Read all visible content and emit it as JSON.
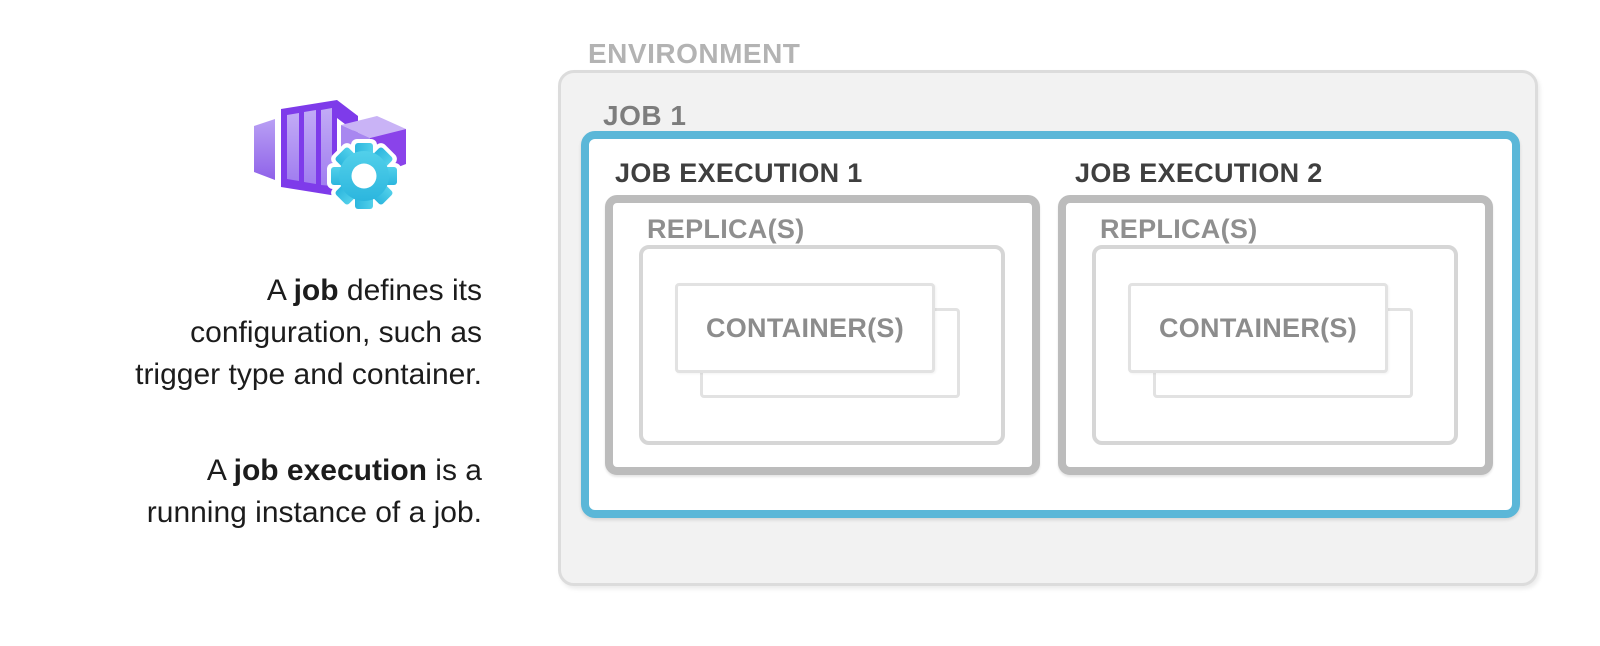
{
  "diagram": {
    "environment_label": "ENVIRONMENT",
    "job_label": "JOB 1",
    "executions": [
      {
        "label": "JOB EXECUTION 1",
        "replica_label": "REPLICA(S)",
        "container_label": "CONTAINER(S)"
      },
      {
        "label": "JOB EXECUTION 2",
        "replica_label": "REPLICA(S)",
        "container_label": "CONTAINER(S)"
      }
    ],
    "colors": {
      "job_border_accent": "#5bb7d8",
      "execution_border": "#bcbcbc",
      "replica_border": "#d6d6d6",
      "container_border": "#e2e2e2",
      "environment_fill": "#f2f2f2",
      "environment_border": "#dcdcdc"
    }
  },
  "icon": {
    "name": "azure-container-apps-job",
    "purple_dark": "#7e3bea",
    "purple_mid": "#9468ee",
    "purple_light": "#b397f3",
    "gear_cyan": "#3ac4e4"
  },
  "text_panel": {
    "para1": {
      "line1": {
        "pre": "A ",
        "bold": "job",
        "post": " defines its"
      },
      "line2": "configuration, such as",
      "line3": "trigger type and container."
    },
    "para2": {
      "line1": {
        "pre": "A ",
        "bold": "job execution",
        "post": " is a"
      },
      "line2": "running instance of a job."
    }
  }
}
